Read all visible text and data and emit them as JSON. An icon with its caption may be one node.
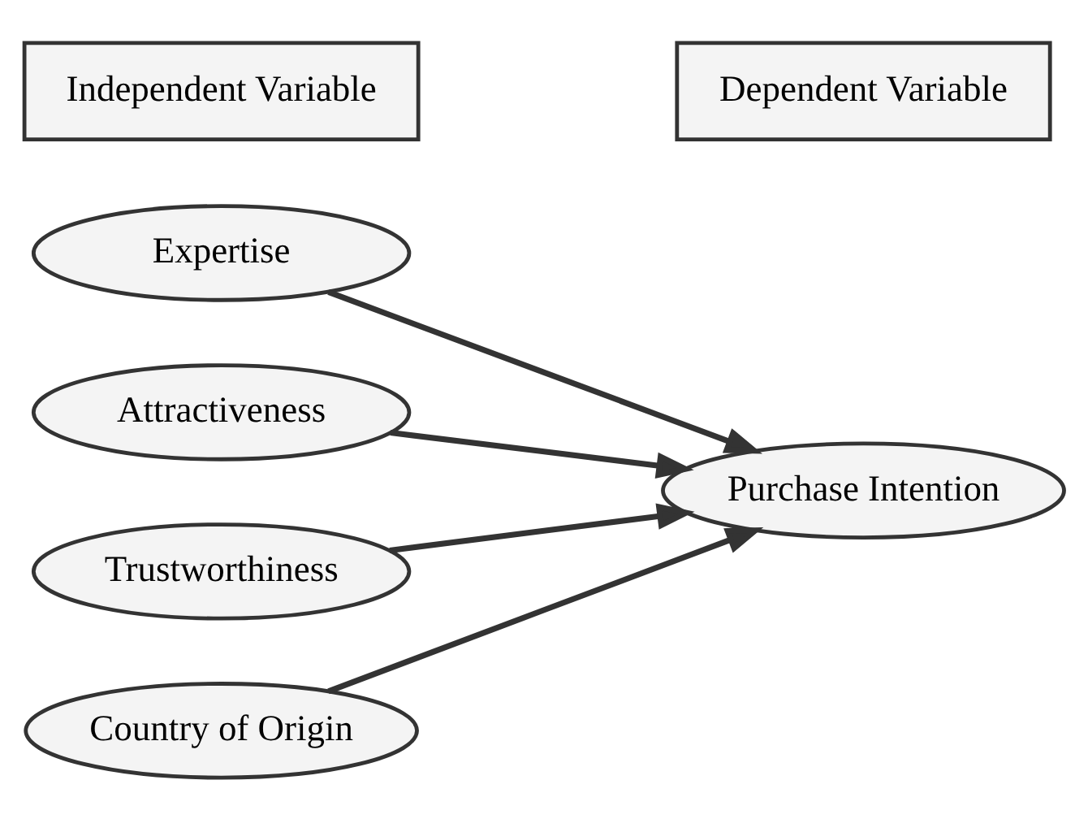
{
  "diagram": {
    "nodes": [
      {
        "text": [
          "Independent Variable"
        ]
      },
      {
        "text": [
          "Dependent Variable"
        ]
      },
      {
        "text": [
          "Expertise"
        ]
      },
      {
        "text": [
          "Attractiveness"
        ]
      },
      {
        "text": [
          "Trustworthiness"
        ]
      },
      {
        "text": [
          "Country of Origin"
        ]
      },
      {
        "text": [
          "Purchase Intention"
        ]
      }
    ],
    "edges": [
      {
        "from": 2,
        "to": 6,
        "arrow": "to"
      },
      {
        "from": 3,
        "to": 6,
        "arrow": "to"
      },
      {
        "from": 4,
        "to": 6,
        "arrow": "to"
      },
      {
        "from": 5,
        "to": 6,
        "arrow": "to"
      }
    ]
  }
}
